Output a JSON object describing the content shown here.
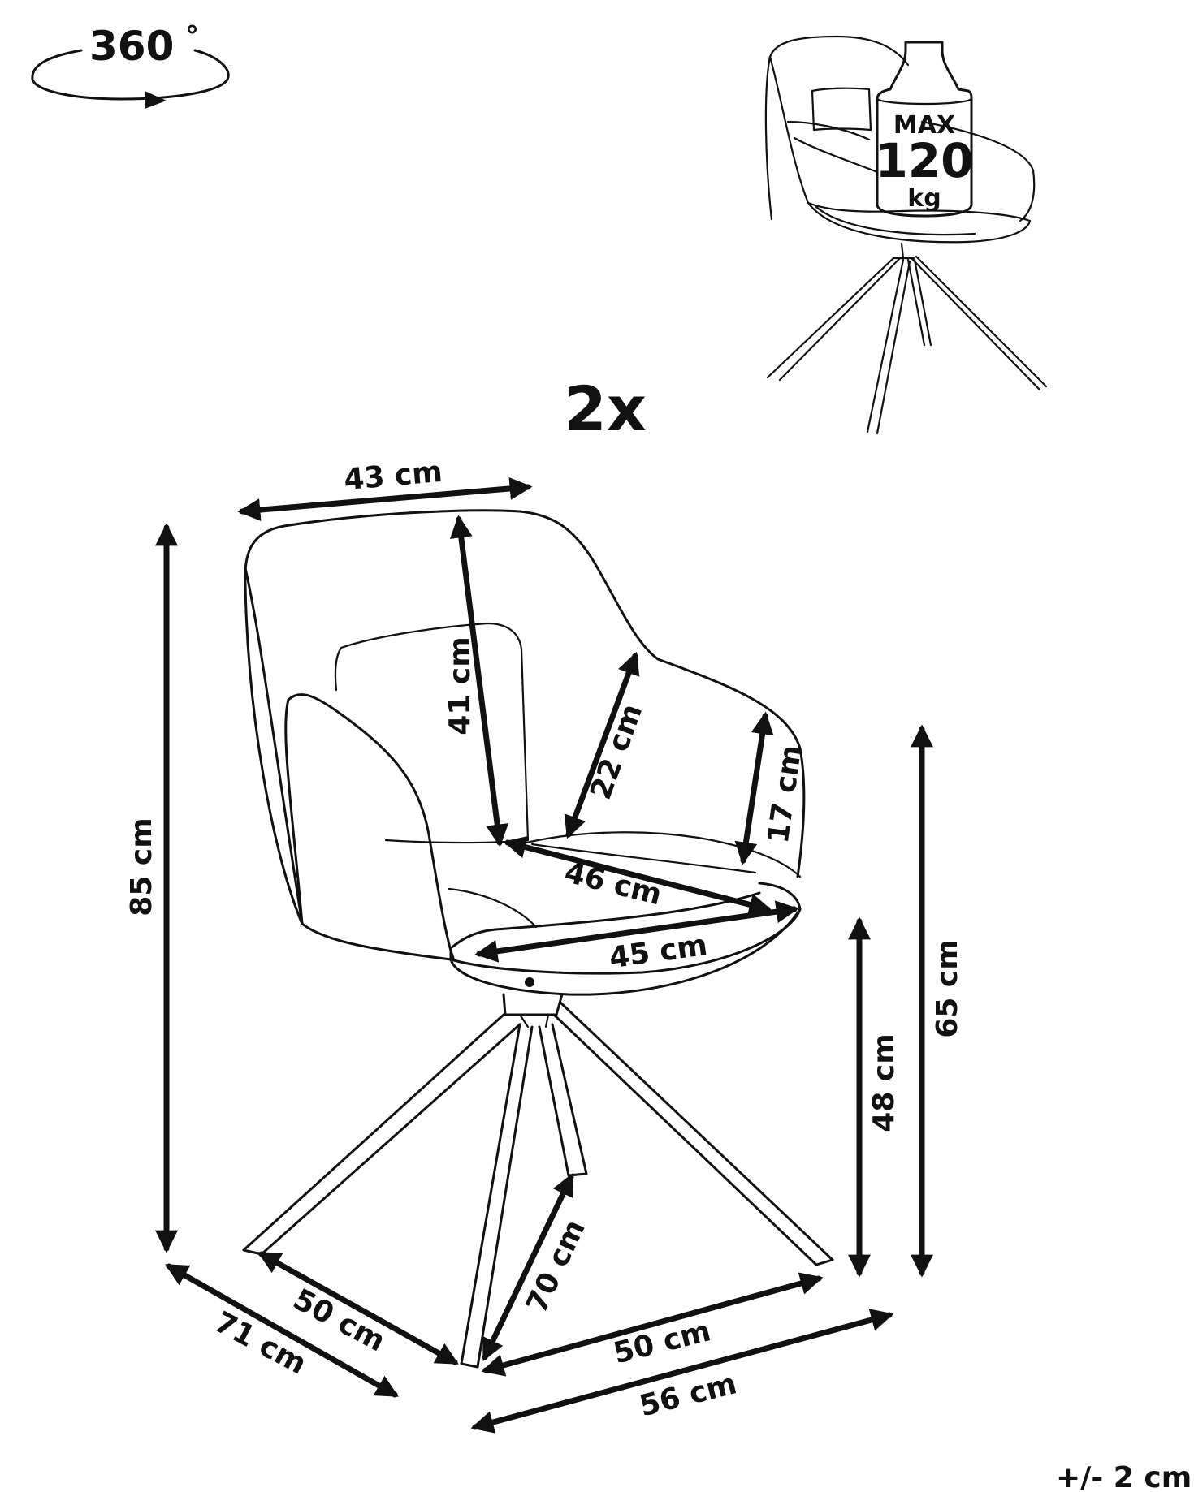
{
  "rotation": {
    "label": "360",
    "unit": "°"
  },
  "load": {
    "line1": "MAX",
    "line2": "120",
    "line3": "kg"
  },
  "quantity": "2x",
  "dimensions": {
    "back_width": "43 cm",
    "overall_height": "85 cm",
    "backrest_height": "41 cm",
    "armrest_depth": "22 cm",
    "armrest_height": "17 cm",
    "seat_depth": "46 cm",
    "seat_width": "45 cm",
    "seat_height": "48 cm",
    "arm_height": "65 cm",
    "leg_length": "70 cm",
    "base_depth": "50 cm",
    "base_width": "50 cm",
    "overall_depth": "71 cm",
    "overall_width": "56 cm",
    "tolerance": "+/- 2 cm"
  }
}
